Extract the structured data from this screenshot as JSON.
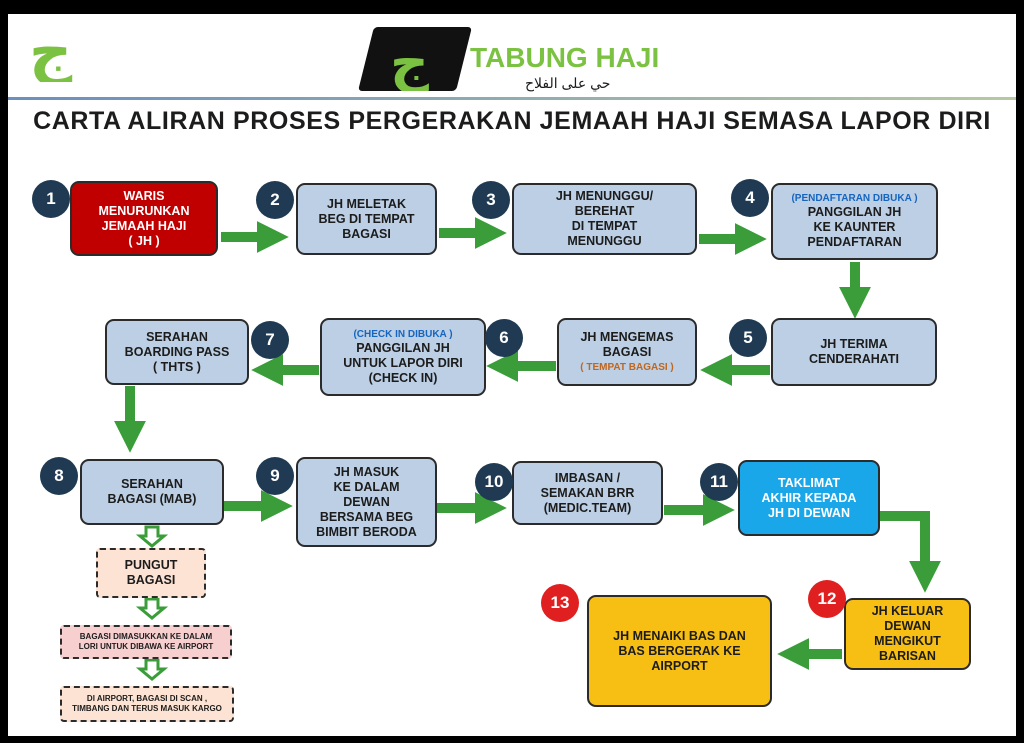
{
  "header": {
    "brand": "TABUNG HAJI",
    "brand_arabic": "حي على الفلاح",
    "logo_glyph": "ج",
    "title": "CARTA ALIRAN PROSES PERGERAKAN JEMAAH HAJI SEMASA LAPOR DIRI"
  },
  "colors": {
    "box_blue": "#bccfe4",
    "box_red": "#c00000",
    "box_cyan": "#1aa7ea",
    "box_gold": "#f7be14",
    "arrow_green": "#3a9d3a",
    "badge": "#1f3a52",
    "badge_red": "#e02020",
    "brand_green": "#7cc242"
  },
  "steps": {
    "s1": {
      "num": "1",
      "lines": [
        "WARIS",
        "MENURUNKAN",
        "JEMAAH HAJI",
        "( JH )"
      ]
    },
    "s2": {
      "num": "2",
      "lines": [
        "JH MELETAK",
        "BEG DI TEMPAT",
        "BAGASI"
      ]
    },
    "s3": {
      "num": "3",
      "lines": [
        "JH MENUNGGU/",
        "BEREHAT",
        "DI TEMPAT",
        "MENUNGGU"
      ]
    },
    "s4": {
      "num": "4",
      "note": "(PENDAFTARAN DIBUKA )",
      "lines": [
        "PANGGILAN JH",
        "KE KAUNTER",
        "PENDAFTARAN"
      ]
    },
    "s5": {
      "num": "5",
      "lines": [
        "JH TERIMA",
        "CENDERAHATI"
      ]
    },
    "s6": {
      "num": "6",
      "lines": [
        "JH  MENGEMAS",
        "BAGASI"
      ],
      "sub": "( TEMPAT  BAGASI )"
    },
    "s7": {
      "num": "7",
      "note": "(CHECK IN DIBUKA )",
      "lines": [
        "PANGGILAN JH",
        "UNTUK LAPOR DIRI",
        "(CHECK IN)"
      ]
    },
    "s7b": {
      "lines": [
        "SERAHAN",
        "BOARDING PASS",
        "( THTS )"
      ]
    },
    "s8": {
      "num": "8",
      "lines": [
        "SERAHAN",
        "BAGASI  (MAB)"
      ]
    },
    "s9": {
      "num": "9",
      "lines": [
        "JH MASUK",
        "KE DALAM",
        "DEWAN",
        "BERSAMA BEG",
        "BIMBIT BERODA"
      ]
    },
    "s10": {
      "num": "10",
      "lines": [
        "IMBASAN /",
        "SEMAKAN BRR",
        "(MEDIC.TEAM)"
      ]
    },
    "s11": {
      "num": "11",
      "lines": [
        "TAKLIMAT",
        "AKHIR KEPADA",
        "JH DI DEWAN"
      ]
    },
    "s12": {
      "num": "12",
      "lines": [
        "JH KELUAR",
        "DEWAN",
        "MENGIKUT",
        "BARISAN"
      ]
    },
    "s13": {
      "num": "13",
      "lines": [
        "JH MENAIKI BAS DAN",
        "BAS BERGERAK KE",
        "AIRPORT"
      ]
    },
    "b1": {
      "lines": [
        "PUNGUT",
        "BAGASI"
      ]
    },
    "b2": {
      "lines": [
        "BAGASI DIMASUKKAN KE DALAM",
        "LORI UNTUK DIBAWA KE AIRPORT"
      ]
    },
    "b3": {
      "lines": [
        "DI AIRPORT, BAGASI DI SCAN ,",
        "TIMBANG DAN TERUS MASUK KARGO"
      ]
    }
  }
}
